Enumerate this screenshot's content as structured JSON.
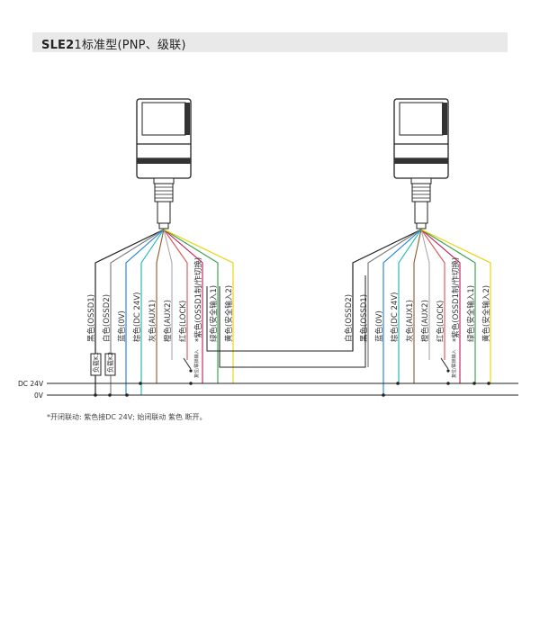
{
  "header": {
    "title_bold": "SLE2",
    "title_rest": "1标准型(PNP、级联)"
  },
  "rails": {
    "dc24": "DC 24V",
    "zero": "0V"
  },
  "relays": {
    "k1": "负载K1",
    "k2": "负载K2"
  },
  "left_wires": [
    {
      "label": "黑色(OSSD1)",
      "color": "#222222"
    },
    {
      "label": "白色(OSSD2)",
      "color": "#777777"
    },
    {
      "label": "蓝色(0V)",
      "color": "#1a7fd4"
    },
    {
      "label": "棕色(DC 24V)",
      "color": "#15b5b0"
    },
    {
      "label": "灰色(AUX1)",
      "color": "#8a5a2b"
    },
    {
      "label": "橙色(AUX2)",
      "color": "#aaaaaa"
    },
    {
      "label": "红色(LOCK)",
      "color": "#d9534f"
    },
    {
      "label": "*紫色(OSSD1制/作切换)",
      "color": "#c2185b"
    },
    {
      "label": "绿色(安全输入1)",
      "color": "#2e9e44"
    },
    {
      "label": "黄色(安全输入2)",
      "color": "#e6d200"
    }
  ],
  "right_wires": [
    {
      "label": "白色(OSSD2)",
      "color": "#222222"
    },
    {
      "label": "黑色(OSSD1)",
      "color": "#777777"
    },
    {
      "label": "蓝色(0V)",
      "color": "#1a7fd4"
    },
    {
      "label": "棕色(DC 24V)",
      "color": "#15b5b0"
    },
    {
      "label": "灰色(AUX1)",
      "color": "#8a5a2b"
    },
    {
      "label": "橙色(AUX2)",
      "color": "#aaaaaa"
    },
    {
      "label": "红色(LOCK)",
      "color": "#d9534f"
    },
    {
      "label": "*紫色(OSSD1制/作切换)",
      "color": "#c2185b"
    },
    {
      "label": "绿色(安全输入1)",
      "color": "#2e9e44"
    },
    {
      "label": "黄色(安全输入2)",
      "color": "#e6d200"
    }
  ],
  "switch_label": "复位/联锁输入",
  "footnote": "*开闭联动: 紫色接DC 24V; 始闭联动 紫色 断开。"
}
